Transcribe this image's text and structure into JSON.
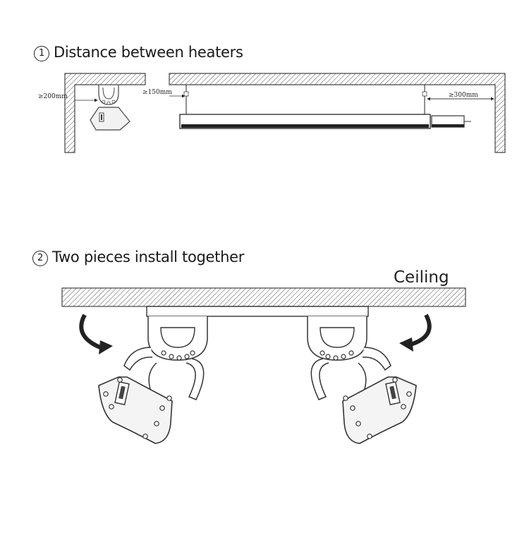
{
  "section1": {
    "number": "1",
    "title": "Distance between heaters",
    "dim_wall_gap": "≥200mm",
    "dim_ceiling_gap": "≥150mm",
    "dim_end_gap": "≥300mm"
  },
  "section2": {
    "number": "2",
    "title": "Two pieces install together",
    "ceiling_label": "Ceiling"
  }
}
